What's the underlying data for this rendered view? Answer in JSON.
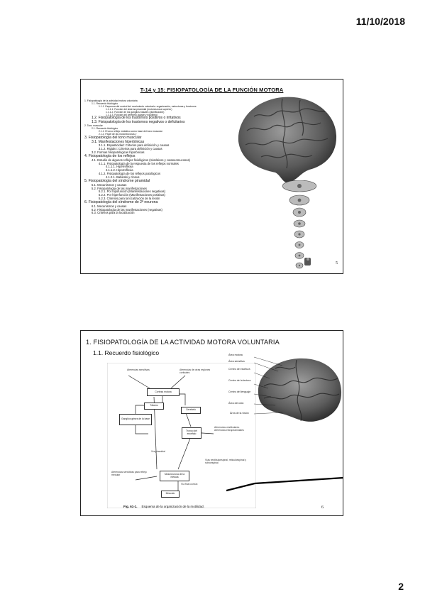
{
  "header": {
    "date": "11/10/2018"
  },
  "footer": {
    "page_number": "2"
  },
  "slide1": {
    "title": "T-14 y 15: FISIOPATOLOGÍA DE LA FUNCIÓN MOTORA",
    "slide_number": "5",
    "toc": [
      {
        "text": "1. Fisiopatología de la actividad motora voluntaria",
        "level": "s"
      },
      {
        "text": "1.1. Recuerdo fisiológico",
        "level": "s"
      },
      {
        "text": "1.1.1. Esquema del control del movimiento voluntario: organización, estructuras y funciones",
        "level": "s"
      },
      {
        "text": "1.1.1.1. Función del sistema piramidal (motoneurona superior)",
        "level": "s"
      },
      {
        "text": "1.1.1.2. Función de los ganglios basales (planificación)",
        "level": "s"
      },
      {
        "text": "1.1.1.3. Función del cerebelo (ajuste y equilibrio)",
        "level": "s"
      },
      {
        "text": "1.2. Fisiopatología de los trastornos positivos o irritativos",
        "level": "2"
      },
      {
        "text": "1.3. Fisiopatología de los trastornos negativos o deficitarios",
        "level": "2"
      },
      {
        "text": "2. Tono muscular",
        "level": "s"
      },
      {
        "text": "2.1. Recuerdo fisiológico",
        "level": "s"
      },
      {
        "text": "2.1.1. El arco reflejo miotático como base del tono muscular",
        "level": "s"
      },
      {
        "text": "2.1.2. Papel de las motoneuronas γ",
        "level": "s"
      },
      {
        "text": "3. Fisiopatología del tono muscular",
        "level": "1"
      },
      {
        "text": "3.1. Manifestaciones hipertónicas",
        "level": "2"
      },
      {
        "text": "3.1.1. Espasticidad: Criterios para definición y causas",
        "level": "3"
      },
      {
        "text": "3.1.2. Rigidez: Criterios para definición y causas",
        "level": "3"
      },
      {
        "text": "3.2. Formas fisiopatológicas hipotónicas",
        "level": "3"
      },
      {
        "text": "4. Fisiopatología de los reflejos",
        "level": "1"
      },
      {
        "text": "4.1. Estudio de algunos reflejos fisiológicos (miotáticos y cutaneomucosos)",
        "level": "3"
      },
      {
        "text": "4.1.1. Fisiopatología de la respuesta de los reflejos normales",
        "level": "3"
      },
      {
        "text": "4.1.1.1. Hiperreflexia",
        "level": "3"
      },
      {
        "text": "4.1.1.2. Hiporreflexia",
        "level": "3"
      },
      {
        "text": "4.1.2. Fisiopatología de los reflejos patológicos",
        "level": "3"
      },
      {
        "text": "4.1.2.1. Babinski y clonus",
        "level": "3"
      },
      {
        "text": "5. Fisiopatología del síndrome piramidal",
        "level": "1"
      },
      {
        "text": "5.1. Mecanismos y causas",
        "level": "3"
      },
      {
        "text": "5.2. Fisiopatología de las manifestaciones",
        "level": "3"
      },
      {
        "text": "5.2.1. Por hipofunción (Manifestaciones negativas)",
        "level": "3"
      },
      {
        "text": "5.2.2. Por hiperfunción (Manifestaciones positivas)",
        "level": "3"
      },
      {
        "text": "5.2.3. Criterios para la localización de la lesión",
        "level": "3"
      },
      {
        "text": "6. Fisiopatología del síndrome de 2ª neurona",
        "level": "1"
      },
      {
        "text": "6.1. Mecanismos y causas",
        "level": "3"
      },
      {
        "text": "6.2. Fisiopatología de las manifestaciones (negativas)",
        "level": "3"
      },
      {
        "text": "6.3. Criterios para la localización",
        "level": "3"
      }
    ]
  },
  "slide2": {
    "title": "1. FISIOPATOLOGÍA DE LA ACTIVIDAD MOTORA VOLUNTARIA",
    "subtitle": "1.1. Recuerdo fisiológico",
    "slide_number": "6",
    "diagram": {
      "aferencias_sensitivas": "Aferencias sensitivas",
      "aferencias_otras": "Aferencias de otras regiones corticales",
      "corteza_motora": "Corteza motora",
      "talamo": "Tálamo",
      "cerebelo": "Cerebelo",
      "ganglios_basales": "Ganglios grises de la base",
      "tronco_encefalo": "Tronco del encéfalo",
      "aferencias_vestibulares": "Aferencias vestibulares. Aferencias extrapiramidales",
      "via_piramidal": "Vía piramidal",
      "vias_extrapiramidales": "Vías vestibuloespinal, reticuloespinal y rubroespinal",
      "aferencias_reflejas": "Aferencias sensitivas para reflejo medular",
      "motoneurona_inferior": "Motoneurona de la médula",
      "via_final_comun": "Vía final común",
      "musculo": "Músculo",
      "figure_label": "Fig. 61-1.",
      "figure_caption": "Esquema de la organización de la motilidad."
    },
    "brain_labels": [
      "Área motora",
      "Área sensitiva",
      "Centro de escritura",
      "Centro de la lectura",
      "Centro del lenguaje",
      "Área del oído",
      "Área de la visión"
    ]
  }
}
